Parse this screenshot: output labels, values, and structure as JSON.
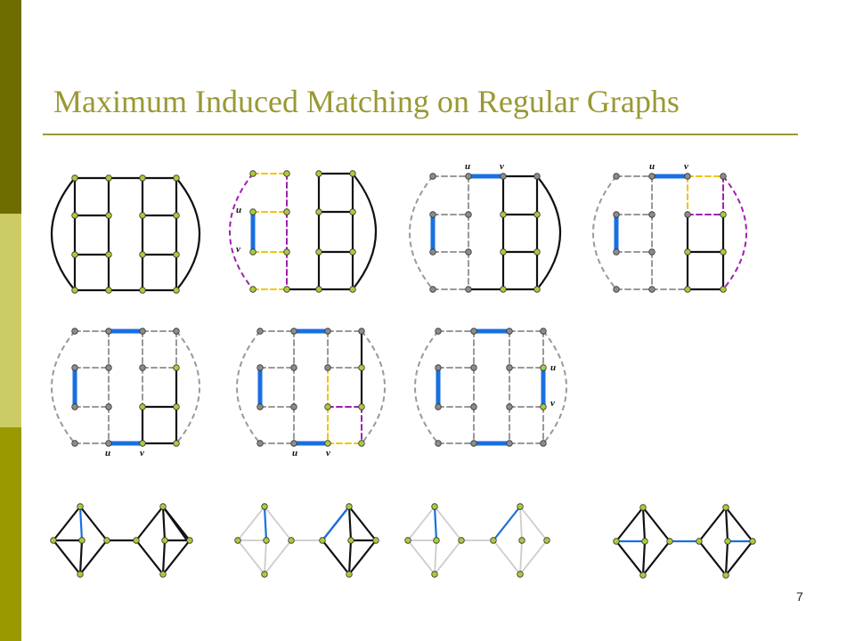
{
  "slide": {
    "title": "Maximum Induced Matching on Regular Graphs",
    "page_number": "7"
  },
  "vertex_labels": {
    "u": "u",
    "v": "v"
  },
  "colors": {
    "sidebar_dark": "#6e6e00",
    "sidebar_light": "#cccc66",
    "sidebar_mid": "#999900",
    "title": "#999933",
    "matching_edge": "#1a6fe0",
    "yellow_edge": "#f2c400",
    "purple_edge": "#a020b0",
    "removed_edge": "#999999",
    "vertex_active": "#a9cc3a",
    "vertex_removed": "#8c8c8c"
  }
}
